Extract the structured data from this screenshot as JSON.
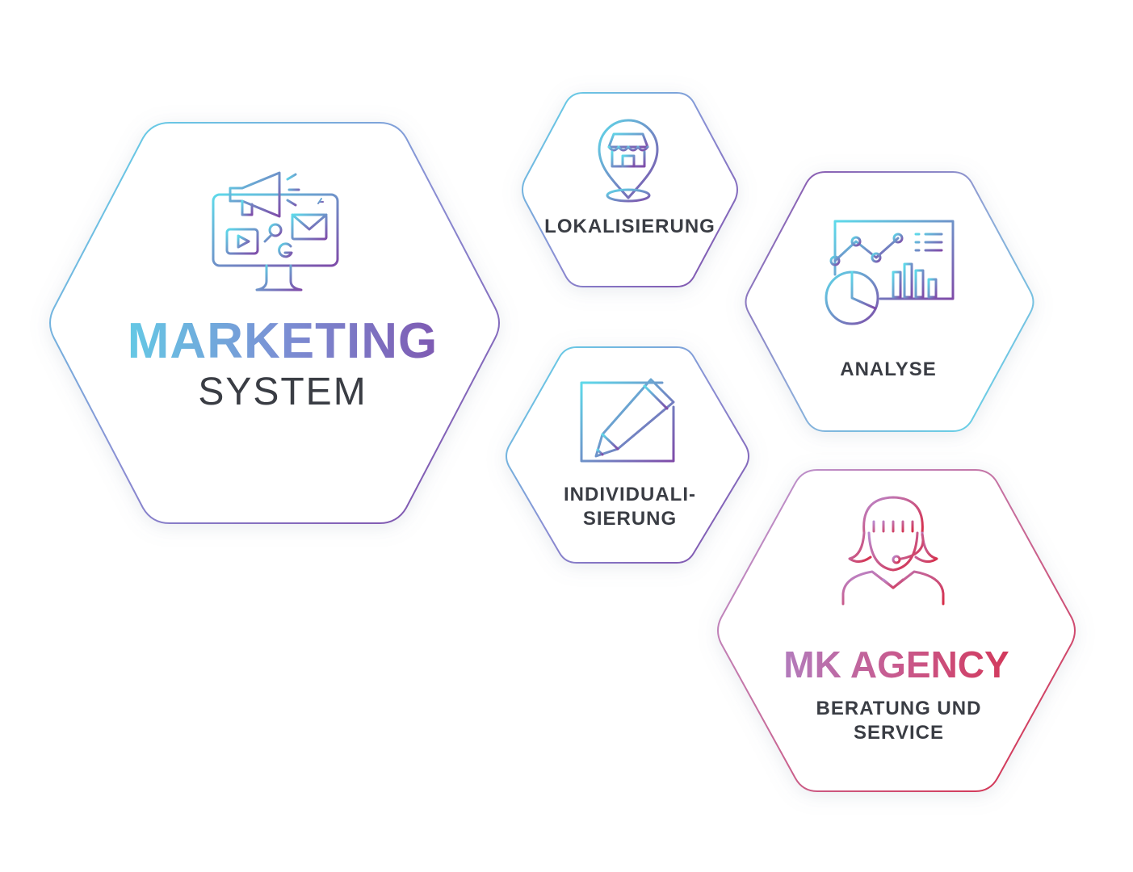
{
  "marketing_system": {
    "title": "MARKETING",
    "subtitle": "SYSTEM"
  },
  "nodes": {
    "lokalisierung": {
      "label": "LOKALISIERUNG",
      "icon": "store-location-pin-icon"
    },
    "analyse": {
      "label": "ANALYSE",
      "icon": "analytics-dashboard-icon"
    },
    "individualisierung": {
      "line1": "INDIVIDUALI-",
      "line2": "SIERUNG",
      "icon": "pencil-edit-icon"
    },
    "mk_agency": {
      "title": "MK AGENCY",
      "line1": "BERATUNG UND",
      "line2": "SERVICE",
      "icon": "headset-support-agent-icon"
    }
  },
  "main_icon": "monitor-marketing-icon",
  "colors": {
    "cyan": "#5edaea",
    "purple": "#7f4aa8",
    "lavender": "#a98ad0",
    "crimson": "#d72b46",
    "text": "#3a3d44"
  }
}
